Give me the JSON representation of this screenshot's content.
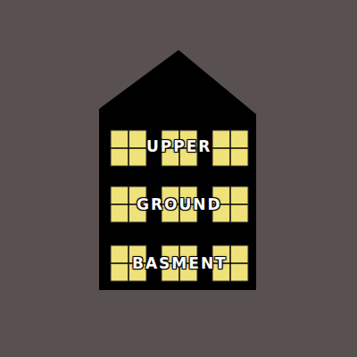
{
  "diagram": {
    "labels": [
      "UPPER",
      "GROUND",
      "BASMENT"
    ]
  }
}
